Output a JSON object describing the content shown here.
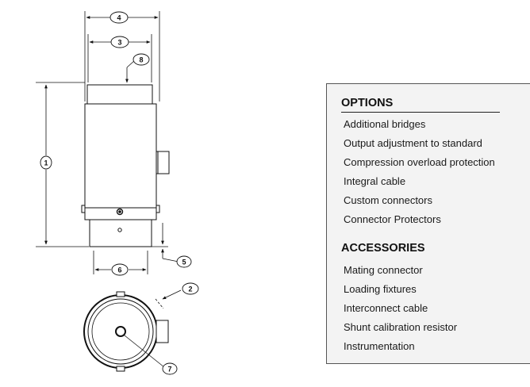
{
  "drawing": {
    "callouts": [
      "1",
      "2",
      "3",
      "4",
      "5",
      "6",
      "7",
      "8"
    ]
  },
  "options": {
    "title": "OPTIONS",
    "items": [
      "Additional bridges",
      "Output adjustment to standard",
      "Compression overload protection",
      "Integral cable",
      "Custom connectors",
      "Connector Protectors"
    ]
  },
  "accessories": {
    "title": "ACCESSORIES",
    "items": [
      "Mating connector",
      "Loading fixtures",
      "Interconnect cable",
      "Shunt calibration resistor",
      "Instrumentation"
    ]
  }
}
